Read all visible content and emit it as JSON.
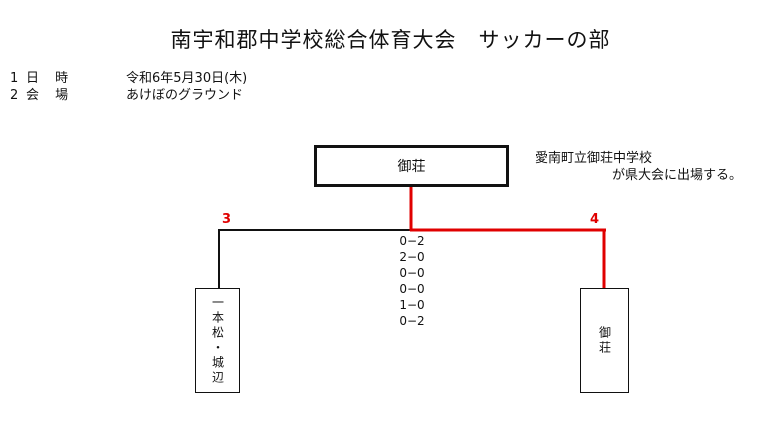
{
  "title": "南宇和郡中学校総合体育大会　サッカーの部",
  "info": [
    {
      "num": "1",
      "label": "日 時",
      "value": "令和6年5月30日(木)"
    },
    {
      "num": "2",
      "label": "会 場",
      "value": "あけぼのグラウンド"
    }
  ],
  "winner": "御荘",
  "note_line1": "愛南町立御荘中学校",
  "note_line2": "が県大会に出場する。",
  "left_team": "一本松・城辺",
  "right_team": "御荘",
  "left_total": "3",
  "right_total": "4",
  "period_scores": [
    "0−2",
    "2−0",
    "0−0",
    "0−0",
    "1−0",
    "0−2"
  ],
  "colors": {
    "winner_line": "#e00000",
    "line": "#111111"
  }
}
